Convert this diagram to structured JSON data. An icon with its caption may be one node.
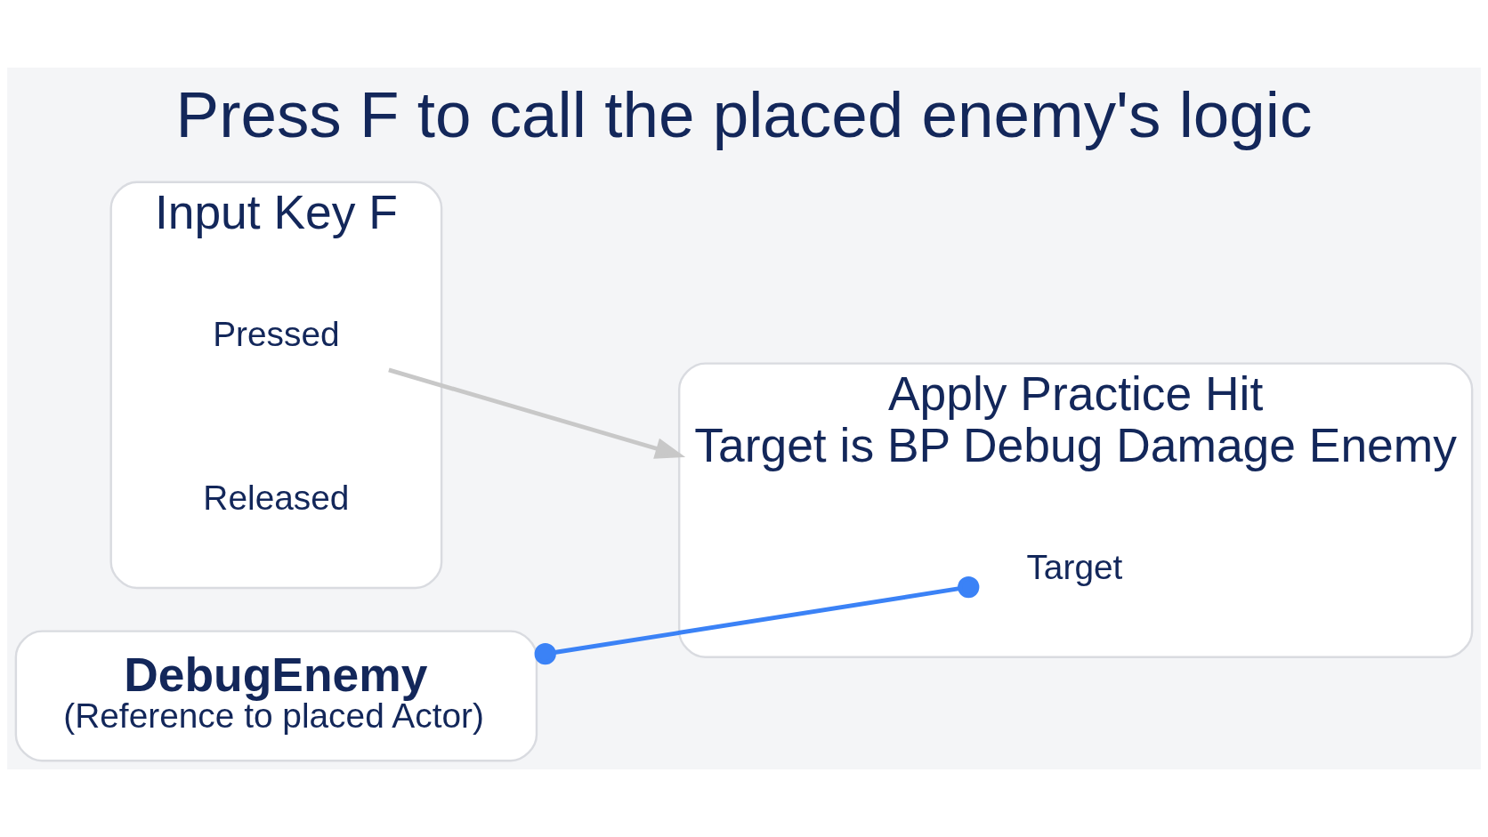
{
  "diagram": {
    "title": "Press F to call the placed enemy's logic",
    "nodes": [
      {
        "text": [
          "Input Key F"
        ]
      },
      {
        "text": [
          "Pressed"
        ],
        "in": 0
      },
      {
        "text": [
          "Released"
        ],
        "in": 0
      },
      {
        "text": [
          "Apply Practice Hit",
          "Target is BP Debug Damage Enemy"
        ]
      },
      {
        "text": [
          "Target"
        ],
        "in": 3
      },
      {
        "text": [
          "DebugEnemy",
          "(Reference to placed Actor)"
        ]
      }
    ],
    "edges": [
      {
        "from": 1,
        "to": 3,
        "arrow": "to",
        "color": "#c8c8c8"
      },
      {
        "from": 5,
        "to": 4,
        "arrow": "other",
        "color": "#3b82f6"
      }
    ]
  }
}
